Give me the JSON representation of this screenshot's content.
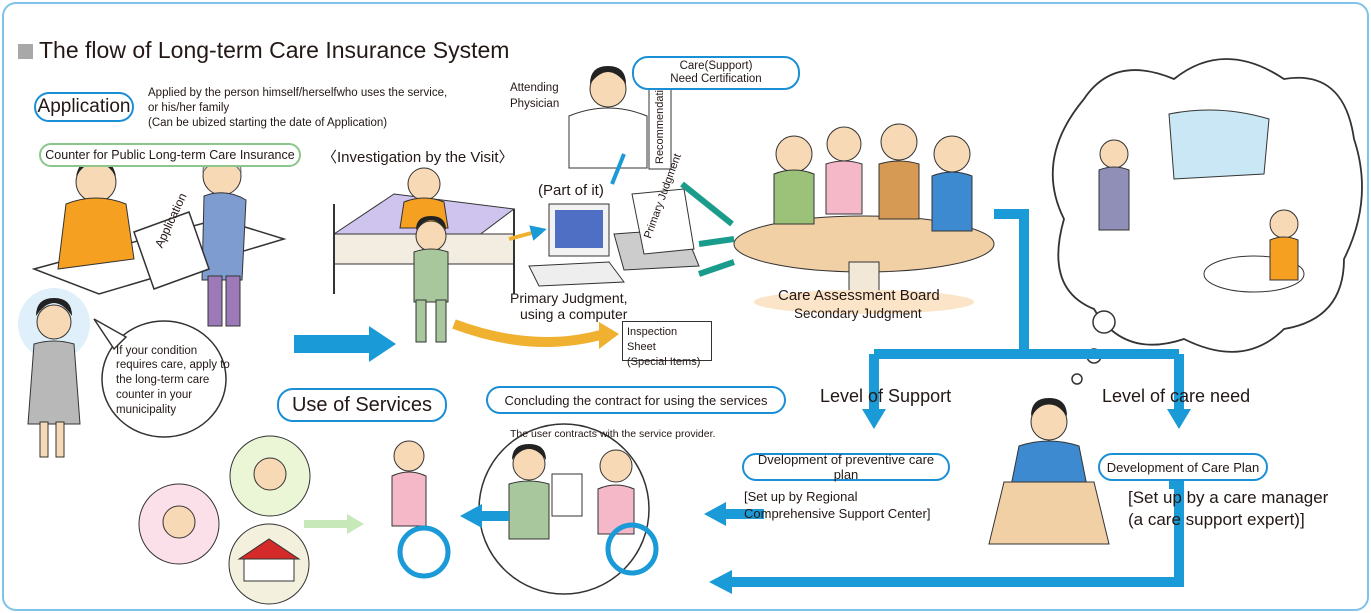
{
  "title": "The flow of Long-term Care Insurance System",
  "application": {
    "label": "Application",
    "note_line1": "Applied by the person himself/herselfwho uses the service,",
    "note_line2": "or his/her family",
    "note_line3": "(Can be ubized starting the date of Application)",
    "counter": "Counter for Public Long-term Care Insurance",
    "paper": "Application"
  },
  "advice_bubble": {
    "line1": "If your condition",
    "line2": "requires care, apply to",
    "line3": "the long-term care",
    "line4": "counter in your",
    "line5": "municipality"
  },
  "investigation": {
    "label": "〈Investigation by the Visit〉"
  },
  "physician": {
    "label_line1": "Attending",
    "label_line2": "Physician",
    "recommendation": "Recommendation"
  },
  "certification": {
    "line1": "Care(Support)",
    "line2": "Need Certification"
  },
  "primary": {
    "part": "(Part of it)",
    "paper": "Primary Judgment",
    "caption_line1": "Primary Judgment,",
    "caption_line2": "using a computer"
  },
  "inspection": {
    "line1": "Inspection Sheet",
    "line2": "(Special Items)"
  },
  "board": {
    "line1": "Care Assessment Board",
    "line2": "Secondary Judgment"
  },
  "levels": {
    "support": "Level of Support",
    "care": "Level of  care need"
  },
  "preventive": {
    "label": "Dvelopment of preventive care plan",
    "note_line1": "[Set up by Regional",
    "note_line2": "Comprehensive Support Center]"
  },
  "careplan": {
    "label": "Development of Care Plan",
    "note_line1": "[Set up by a care manager",
    "note_line2": "(a care support expert)]"
  },
  "contract": {
    "label": "Concluding the contract for using the services",
    "note": "The user contracts with the service provider."
  },
  "services": {
    "label": "Use of Services"
  },
  "colors": {
    "flow_arrow": "#1a9ad7",
    "pill_border": "#1a8fd6",
    "counter_border": "#8cc68a",
    "frame_border": "#7fc3e8",
    "board_arrow": "#1a9c8c",
    "small_arrow": "#f0b030"
  }
}
